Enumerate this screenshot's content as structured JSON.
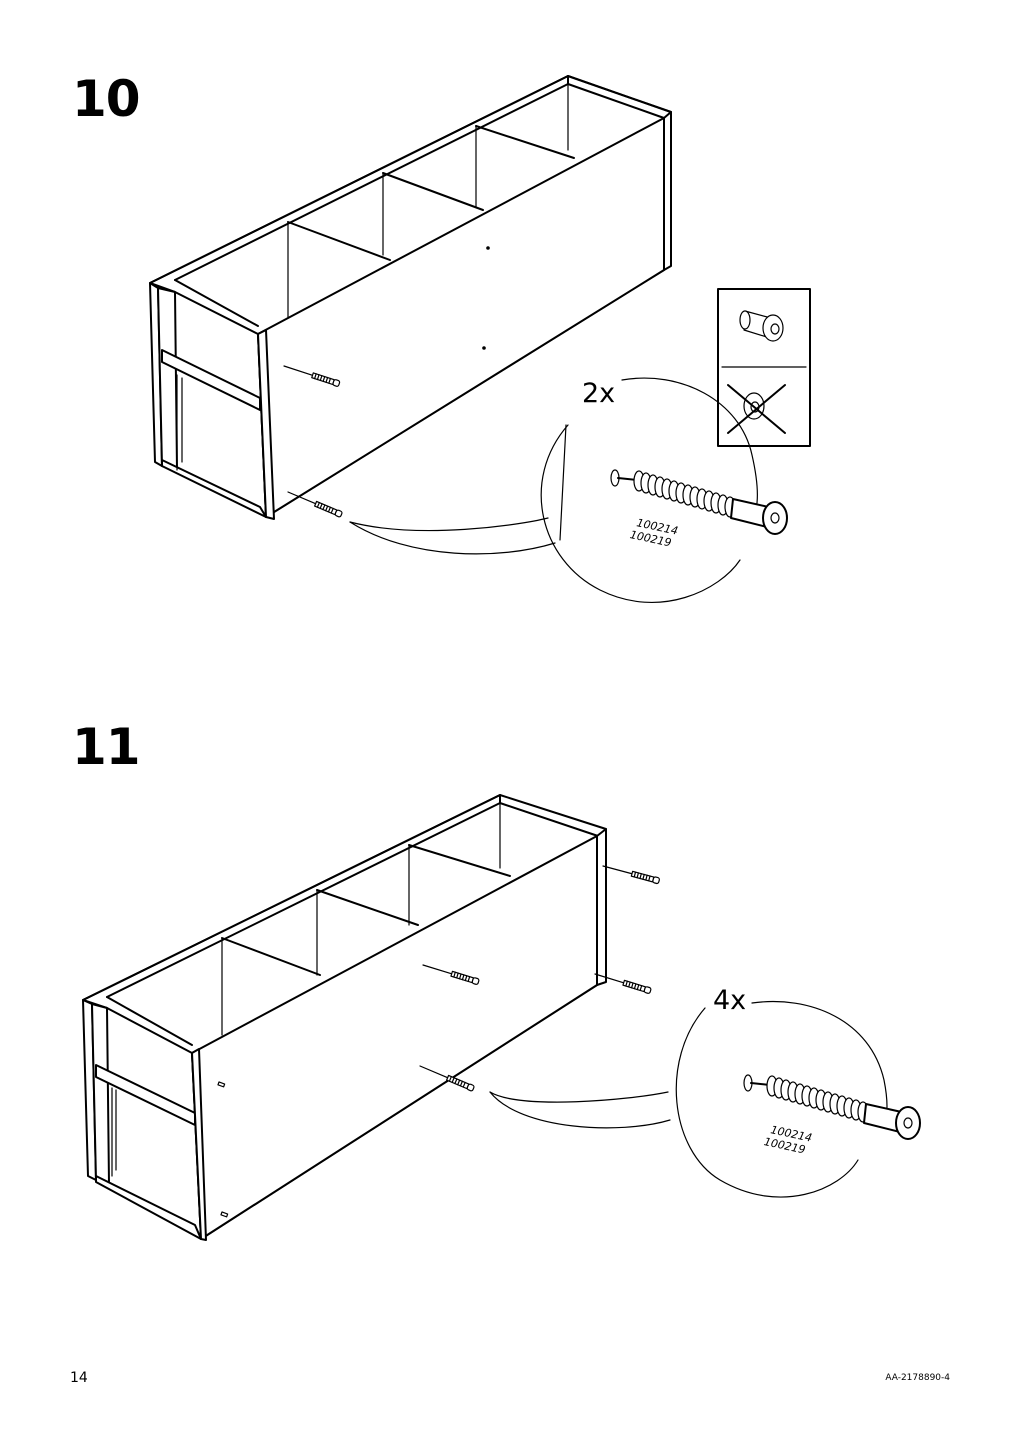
{
  "steps": [
    {
      "number": "10",
      "quantity": "2x",
      "part_numbers": [
        "100214",
        "100219"
      ],
      "icons": [
        "pin-bolt-allowed-icon",
        "pin-bolt-not-allowed-icon"
      ]
    },
    {
      "number": "11",
      "quantity": "4x",
      "part_numbers": [
        "100214",
        "100219"
      ]
    }
  ],
  "footer": {
    "page_number": "14",
    "document_id": "AA-2178890-4"
  }
}
